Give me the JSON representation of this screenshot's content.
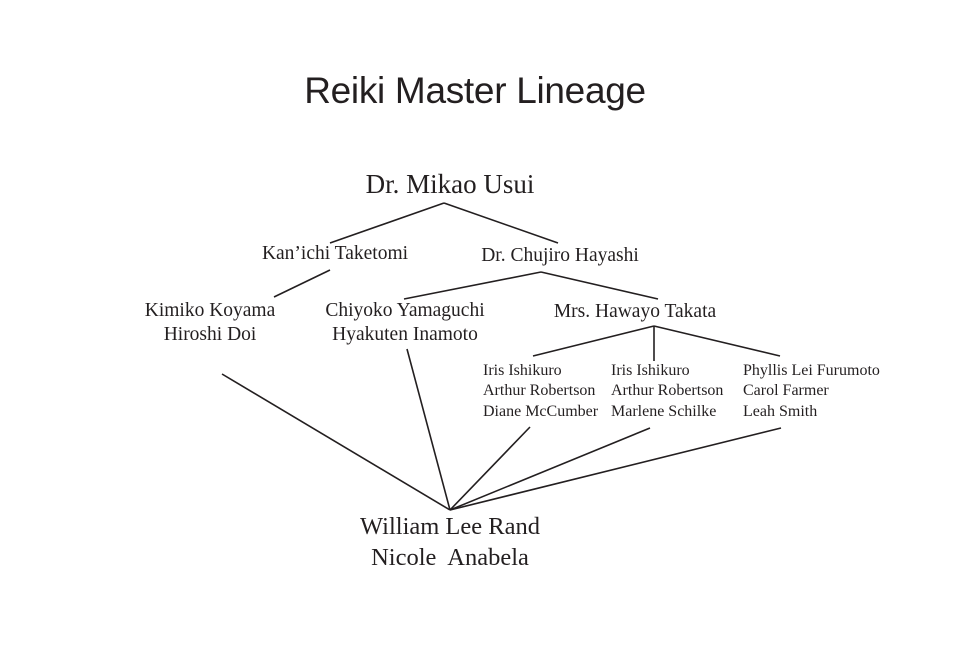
{
  "title": "Reiki Master Lineage",
  "nodes": {
    "usui": "Dr. Mikao Usui",
    "taketomi": "Kan’ichi Taketomi",
    "hayashi": "Dr. Chujiro Hayashi",
    "koyama_doi": [
      "Kimiko Koyama",
      "Hiroshi Doi"
    ],
    "yamaguchi_inamoto": [
      "Chiyoko Yamaguchi",
      "Hyakuten Inamoto"
    ],
    "takata": "Mrs. Hawayo Takata",
    "takata_group_1": [
      "Iris Ishikuro",
      "Arthur Robertson",
      "Diane McCumber"
    ],
    "takata_group_2": [
      "Iris Ishikuro",
      "Arthur Robertson",
      "Marlene Schilke"
    ],
    "takata_group_3": [
      "Phyllis Lei Furumoto",
      "Carol Farmer",
      "Leah Smith"
    ],
    "rand_anabela": [
      "William Lee Rand",
      "Nicole  Anabela"
    ]
  },
  "colors": {
    "ink": "#231f20",
    "background": "#ffffff"
  }
}
